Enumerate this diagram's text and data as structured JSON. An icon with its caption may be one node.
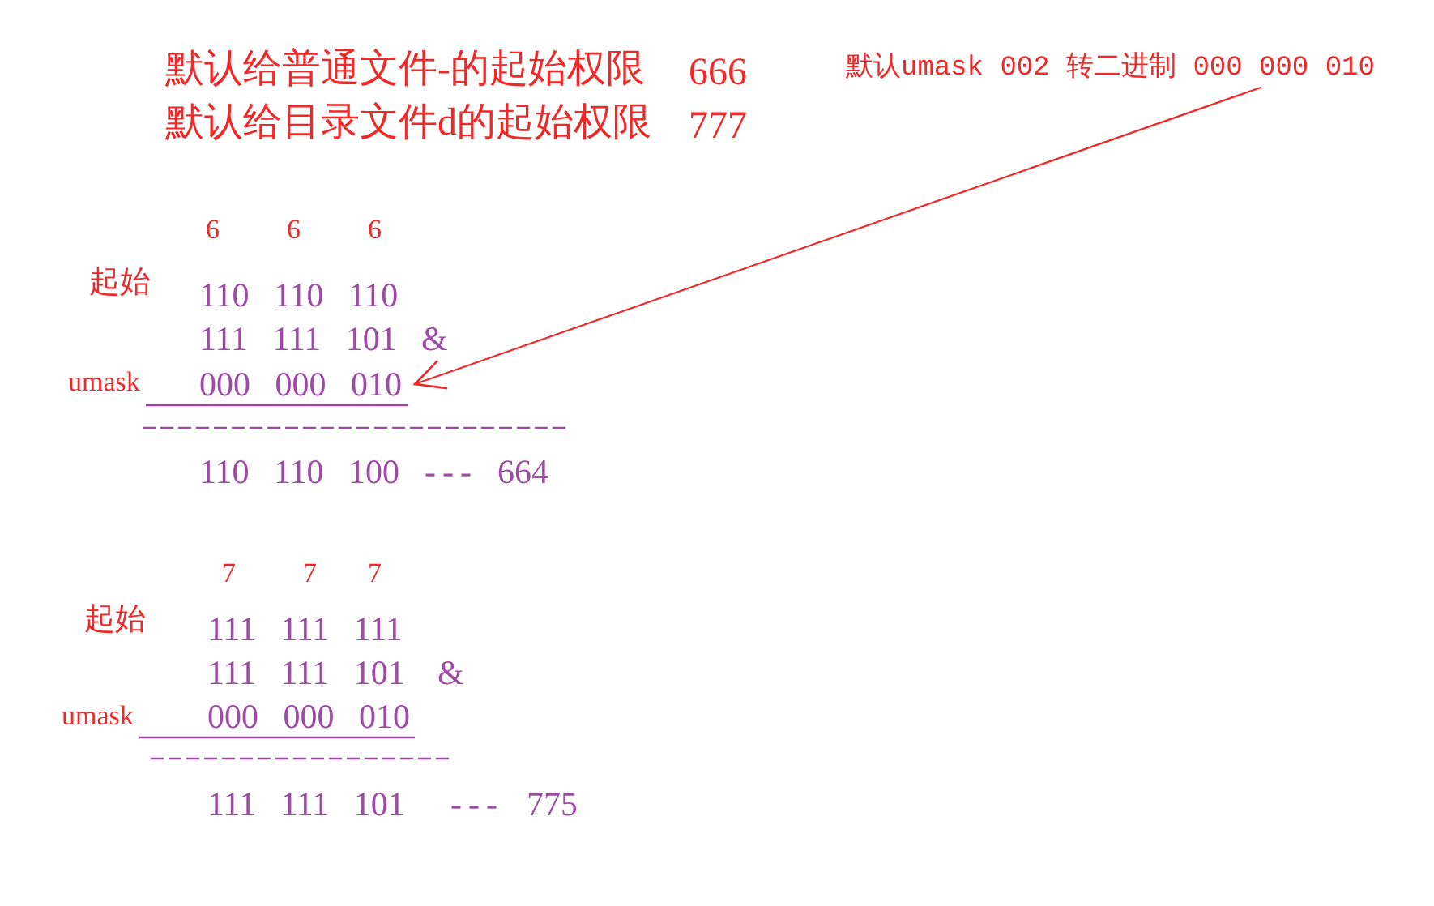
{
  "diagram": {
    "nodes": [
      {
        "text": [
          "默认umask 002 转二进制 000 000 010"
        ]
      },
      {
        "text": [
          "000 000 010"
        ]
      }
    ],
    "edges": [
      {
        "from": 0,
        "to": 1,
        "arrow": "to"
      }
    ],
    "labels": [
      "默认给普通文件-的起始权限",
      "666",
      "默认给目录文件d的起始权限",
      "777",
      "6",
      "6",
      "6",
      "起始",
      "110 110 110",
      "111 111 101",
      "&",
      "umask",
      "110 110 100",
      "---",
      "664",
      "7",
      "7",
      "7",
      "起始",
      "111 111 111",
      "111 111 101",
      "&",
      "umask",
      "000 000 010",
      "111 111 101",
      "---",
      "775"
    ]
  }
}
